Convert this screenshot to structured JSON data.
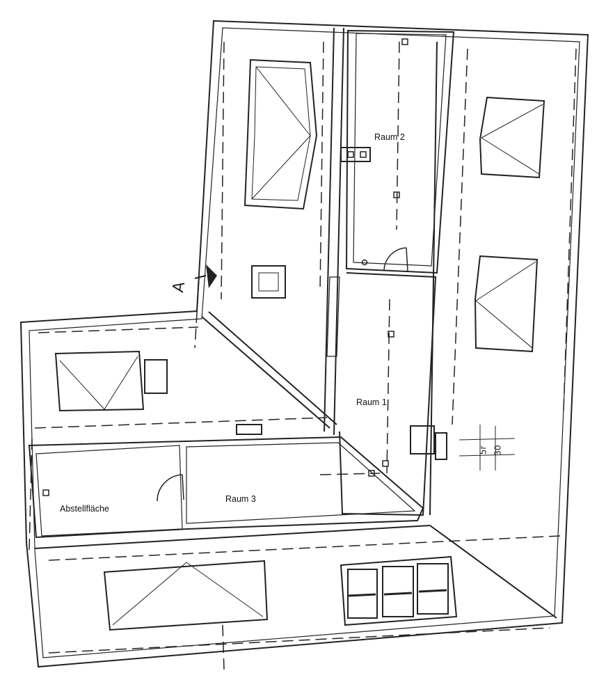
{
  "rooms": [
    {
      "id": "raum2",
      "label": "Raum 2"
    },
    {
      "id": "raum1",
      "label": "Raum 1"
    },
    {
      "id": "raum3",
      "label": "Raum 3"
    },
    {
      "id": "abstellflaeche",
      "label": "Abstellfläche"
    }
  ],
  "section_marker": "A",
  "dimension_top": "5r",
  "dimension_bottom": "30"
}
